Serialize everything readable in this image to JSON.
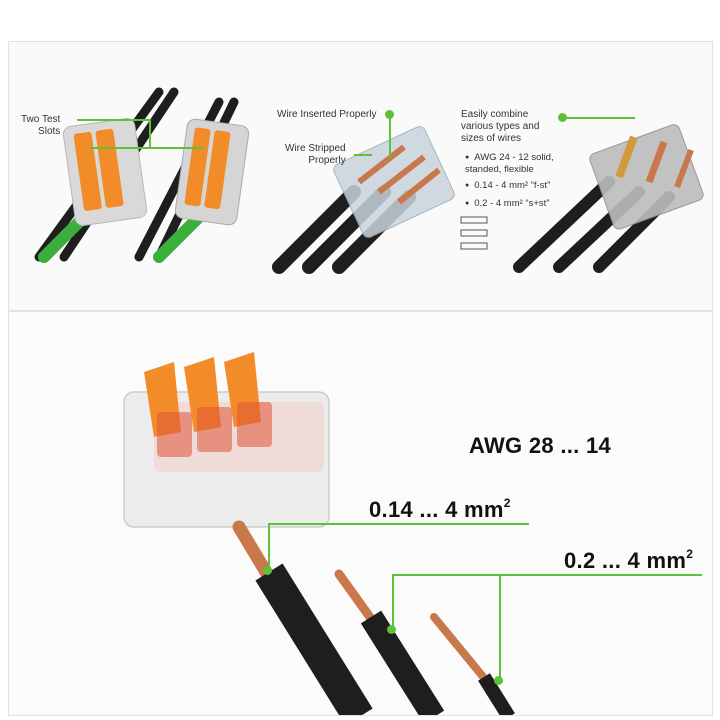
{
  "colors": {
    "accent_green": "#5fc03a",
    "lever_orange": "#f28c28",
    "wire_black": "#1e1e1e",
    "copper": "#c8784a"
  },
  "top": {
    "callout_test_slots": "Two Test\nSlots",
    "callout_inserted": "Wire Inserted Properly",
    "callout_stripped": "Wire Stripped\nProperly",
    "callout_combine": "Easily combine\nvarious types and\nsizes of wires",
    "bullets": [
      "AWG 24 - 12 solid,\nstanded, flexible",
      "0.14 - 4 mm² “f-st”",
      "0.2 - 4 mm² “s+st”"
    ]
  },
  "bottom": {
    "awg_label": "AWG 28 ... 14",
    "flex_label": "0.14 ... 4 mm",
    "solid_label": "0.2 ... 4 mm",
    "superscript": "2"
  }
}
